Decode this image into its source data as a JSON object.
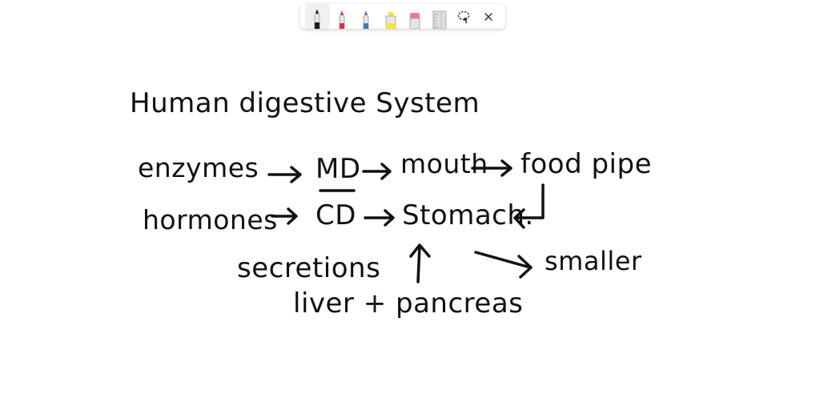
{
  "toolbar": {
    "tools": [
      {
        "name": "black-pen",
        "color": "#1a1a1a",
        "selected": true
      },
      {
        "name": "red-pen",
        "color": "#e03040",
        "selected": false
      },
      {
        "name": "blue-pen",
        "color": "#3b7bbf",
        "selected": false
      },
      {
        "name": "yellow-highlighter",
        "color": "#f5e642",
        "selected": false
      },
      {
        "name": "pink-eraser",
        "color": "#f07a8f",
        "selected": false
      },
      {
        "name": "ruler",
        "color": "#bdbdbd",
        "selected": false
      }
    ],
    "lasso_icon": "lasso-icon",
    "close_icon": "close-icon"
  },
  "canvas": {
    "title": "Human digestive System",
    "row1": {
      "term": "enzymes",
      "code": "MD",
      "organ": "mouth",
      "next": "food pipe"
    },
    "row2": {
      "term": "hormones",
      "code": "CD",
      "organ": "Stomach."
    },
    "secretions": "secretions",
    "source": "liver + pancreas",
    "smaller": "smaller"
  }
}
